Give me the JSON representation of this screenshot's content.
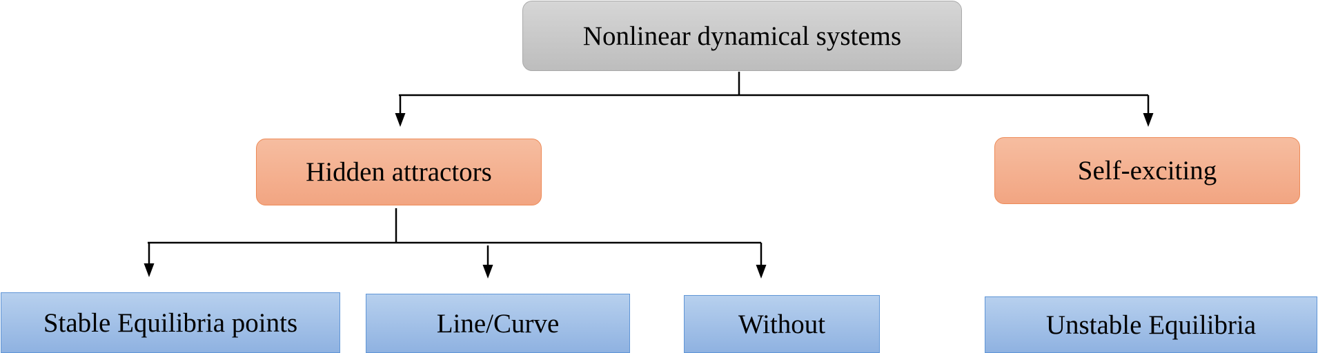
{
  "diagram": {
    "root": {
      "label": "Nonlinear dynamical systems"
    },
    "categories": [
      {
        "label": "Hidden attractors"
      },
      {
        "label": "Self-exciting"
      }
    ],
    "leaves": [
      {
        "label": "Stable Equilibria points"
      },
      {
        "label": "Line/Curve"
      },
      {
        "label": "Without"
      },
      {
        "label": "Unstable Equilibria"
      }
    ],
    "colors": {
      "root_fill": "#c9c9c9",
      "category_fill": "#f4ae8e",
      "leaf_fill": "#a3c1e8",
      "connector": "#000000"
    }
  }
}
